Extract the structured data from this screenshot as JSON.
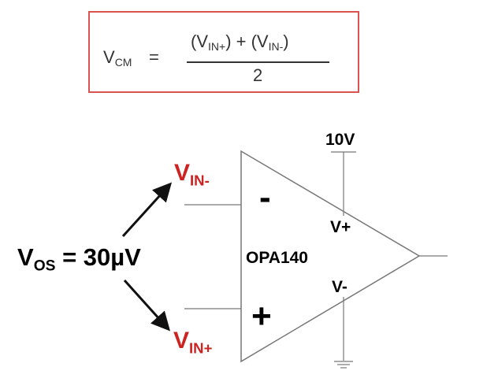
{
  "formula": {
    "lhs_main": "V",
    "lhs_sub": "CM",
    "equals": "=",
    "num_p1": "(V",
    "num_sub1": "IN+",
    "num_p2": ") + (V",
    "num_sub2": "IN-",
    "num_p3": ")",
    "denominator": "2"
  },
  "amplifier": {
    "name": "OPA140",
    "supply_top": "10V",
    "vplus": "V+",
    "vminus": "V-",
    "inv_sign": "-",
    "noninv_sign": "+"
  },
  "inputs": {
    "vos_main": "V",
    "vos_sub": "OS",
    "vos_value": "= 30µV",
    "vin_minus_main": "V",
    "vin_minus_sub": "IN-",
    "vin_plus_main": "V",
    "vin_plus_sub": "IN+"
  },
  "colors": {
    "accent_red": "#cc2222",
    "box_border": "#d9534f",
    "line": "#777777"
  }
}
